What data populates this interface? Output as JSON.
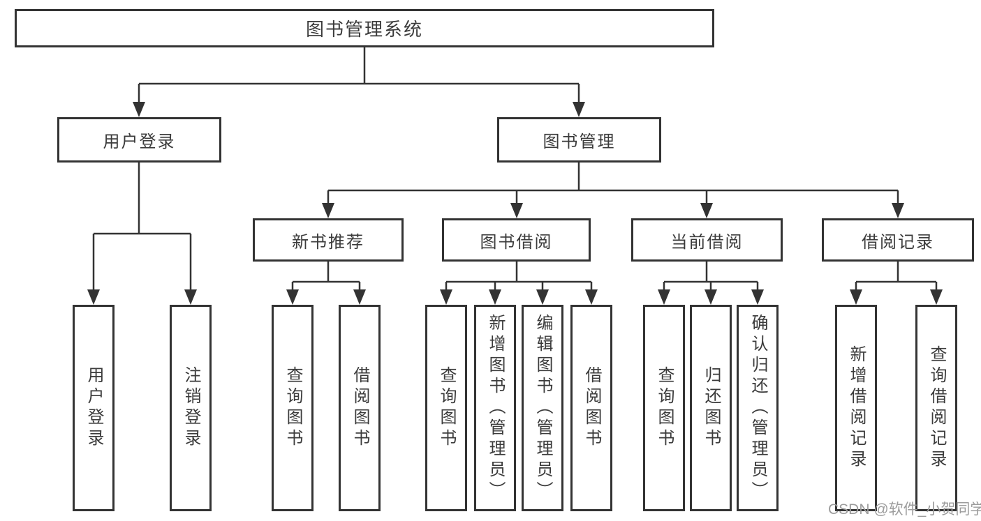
{
  "diagram": {
    "root": {
      "label": "图书管理系统"
    },
    "level1": {
      "user_login": {
        "label": "用户登录"
      },
      "book_mgmt": {
        "label": "图书管理"
      }
    },
    "level2": {
      "new_books": {
        "label": "新书推荐"
      },
      "book_borrow": {
        "label": "图书借阅"
      },
      "current_borrow": {
        "label": "当前借阅"
      },
      "borrow_records": {
        "label": "借阅记录"
      }
    },
    "leaves": {
      "user_login": [
        "用户登录",
        "注销登录"
      ],
      "new_books": [
        "查询图书",
        "借阅图书"
      ],
      "book_borrow": [
        "查询图书",
        "新增图书（管理员）",
        "编辑图书（管理员）",
        "借阅图书"
      ],
      "current_borrow": [
        "查询图书",
        "归还图书",
        "确认归还（管理员）"
      ],
      "borrow_records": [
        "新增借阅记录",
        "查询借阅记录"
      ]
    }
  },
  "watermark": {
    "text": "CSDN @软件_小贺同学"
  },
  "colors": {
    "line": "#333333",
    "border": "#333333",
    "text": "#3b3b3b",
    "watermark": "#9c9c9c",
    "background": "#ffffff"
  }
}
